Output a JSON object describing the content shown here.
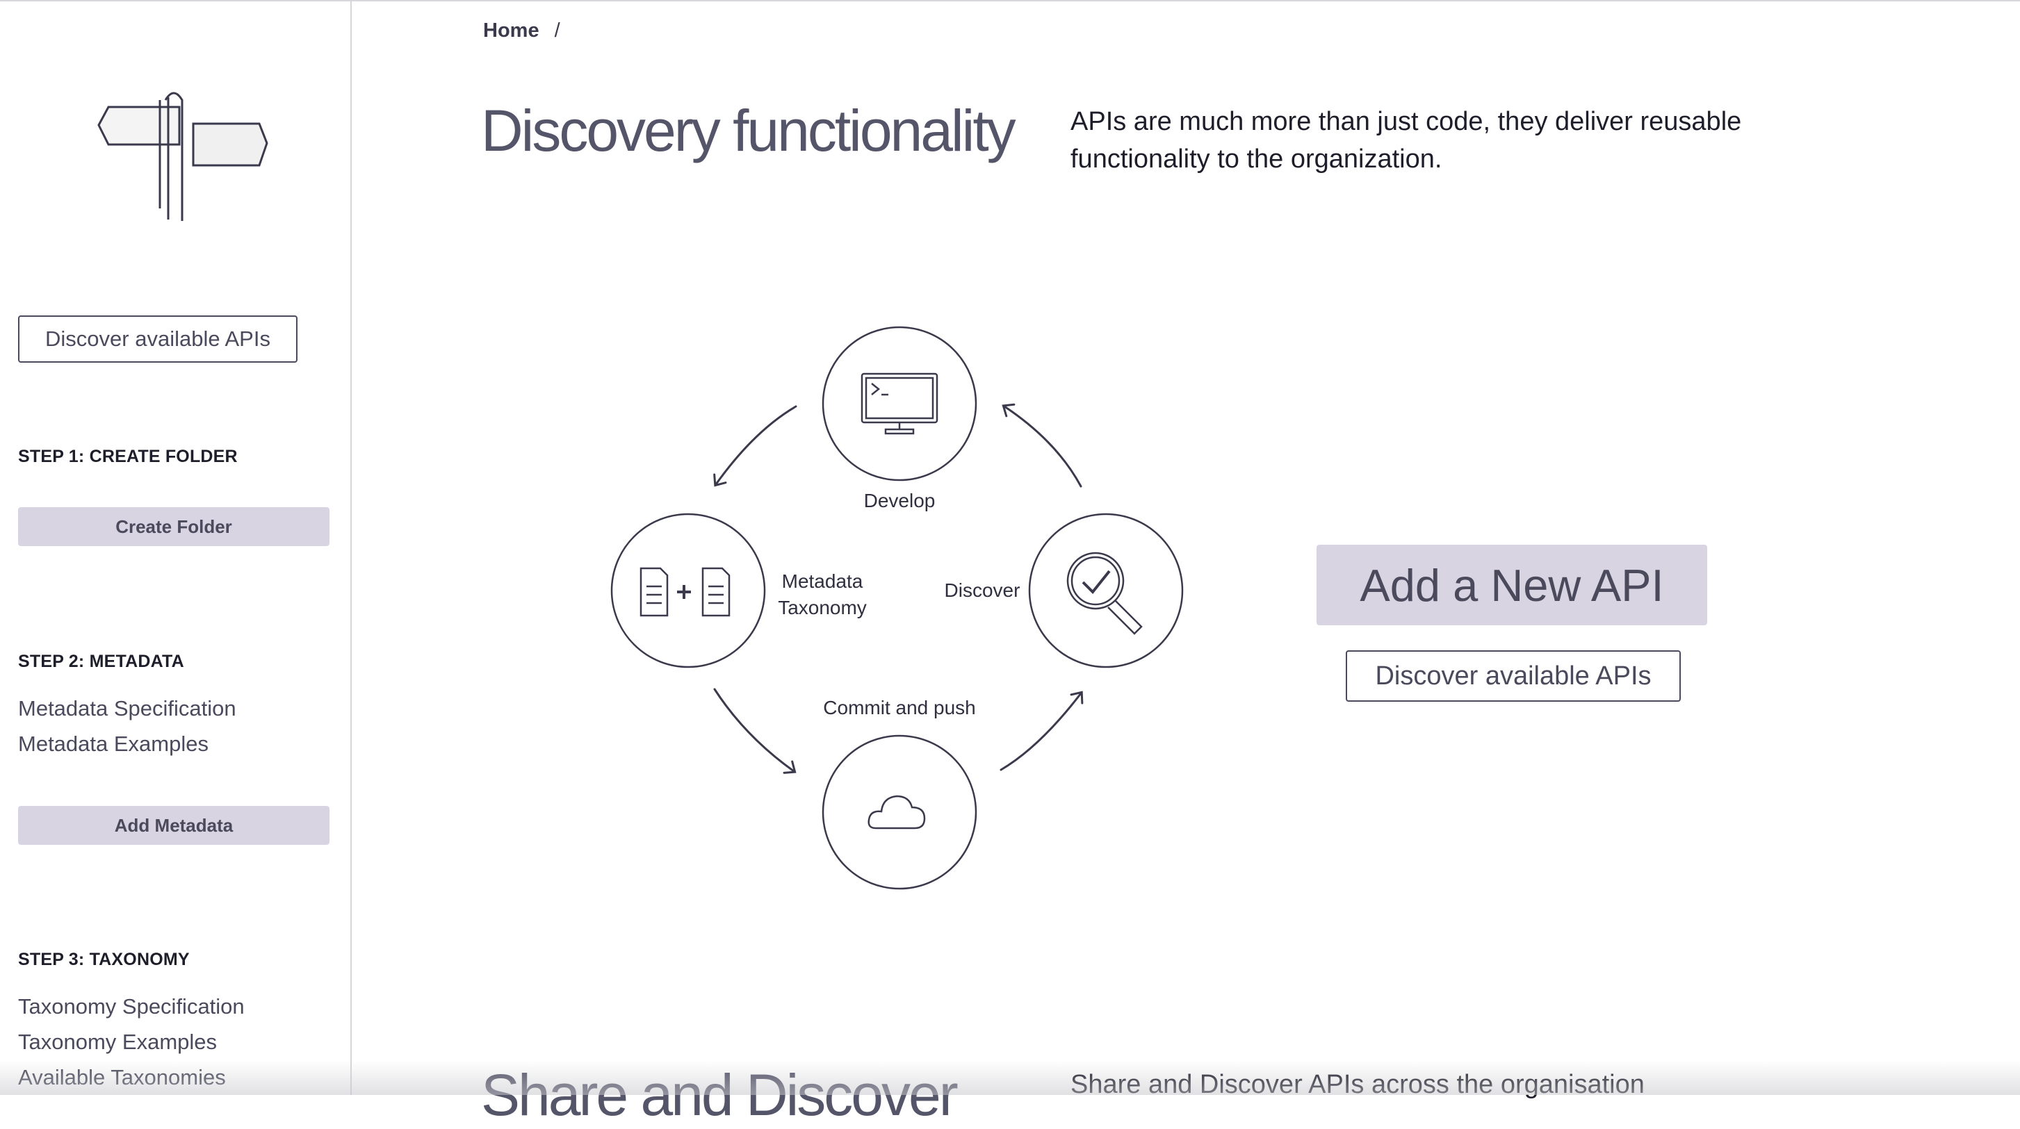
{
  "breadcrumb": {
    "home": "Home",
    "separator": "/"
  },
  "sidebar": {
    "discover_button": "Discover available APIs",
    "steps": [
      {
        "heading": "STEP 1: CREATE FOLDER",
        "button": "Create Folder"
      },
      {
        "heading": "STEP 2: METADATA",
        "links": [
          "Metadata Specification",
          "Metadata Examples"
        ],
        "button": "Add Metadata"
      },
      {
        "heading": "STEP 3: TAXONOMY",
        "links": [
          "Taxonomy Specification",
          "Taxonomy Examples",
          "Available Taxonomies"
        ]
      }
    ]
  },
  "main": {
    "title": "Discovery functionality",
    "intro": "APIs are much more than just code, they deliver reusable functionality to the organization.",
    "diagram": {
      "develop": "Develop",
      "metadata_line1": "Metadata",
      "metadata_line2": "Taxonomy",
      "discover": "Discover",
      "commit": "Commit and push"
    },
    "add_api_button": "Add a New API",
    "discover_button": "Discover available APIs",
    "next_section_title": "Share and Discover",
    "next_section_text": "Share and Discover APIs across the organisation"
  },
  "colors": {
    "accent_fill": "#d8d4e2",
    "text_dark": "#2f2f3f",
    "outline": "#4a4a5c"
  }
}
